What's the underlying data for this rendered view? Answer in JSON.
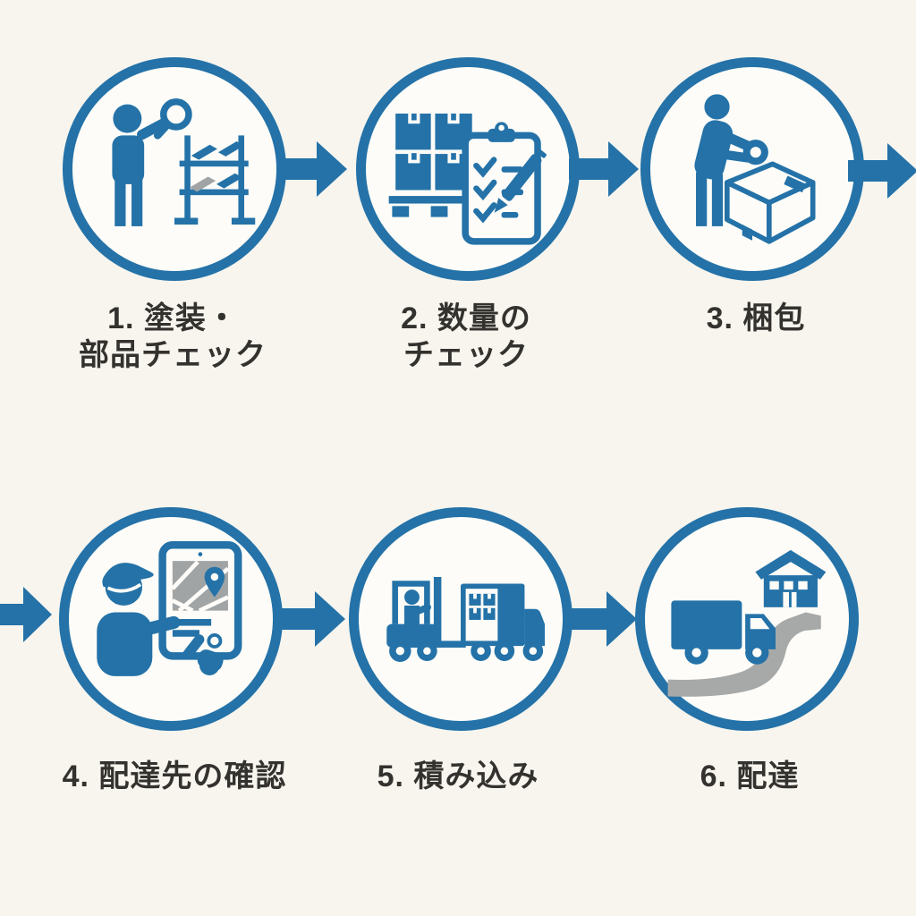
{
  "diagram": {
    "kind": "process-flow",
    "rows": 2,
    "steps_per_row": 3,
    "colors": {
      "background": "#f7f5ee",
      "primary_blue": "#2472a8",
      "accent_gray": "#a0a4a5",
      "icon_canvas_white": "#fdfcf8",
      "label_text": "#33322e"
    },
    "steps": [
      {
        "index": 1,
        "line1": "1. 塗装・",
        "line2": "部品チェック",
        "full_label": "1. 塗装・部品チェック",
        "icon": "inspection-magnifier-rack-icon"
      },
      {
        "index": 2,
        "line1": "2. 数量の",
        "line2": "チェック",
        "full_label": "2. 数量のチェック",
        "icon": "pallet-boxes-checklist-icon"
      },
      {
        "index": 3,
        "line1": "3. 梱包",
        "line2": "",
        "full_label": "3. 梱包",
        "icon": "person-taping-box-icon"
      },
      {
        "index": 4,
        "line1": "4. 配達先の確認",
        "line2": "",
        "full_label": "4. 配達先の確認",
        "icon": "courier-tablet-map-icon"
      },
      {
        "index": 5,
        "line1": "5. 積み込み",
        "line2": "",
        "full_label": "5. 積み込み",
        "icon": "forklift-loading-truck-icon"
      },
      {
        "index": 6,
        "line1": "6. 配達",
        "line2": "",
        "full_label": "6. 配達",
        "icon": "truck-delivery-route-icon"
      }
    ],
    "connectors": [
      "arrow-step1-to-step2",
      "arrow-step2-to-step3",
      "arrow-step3-to-right-edge",
      "arrow-left-edge-to-step4",
      "arrow-step4-to-step5",
      "arrow-step5-to-step6"
    ]
  }
}
